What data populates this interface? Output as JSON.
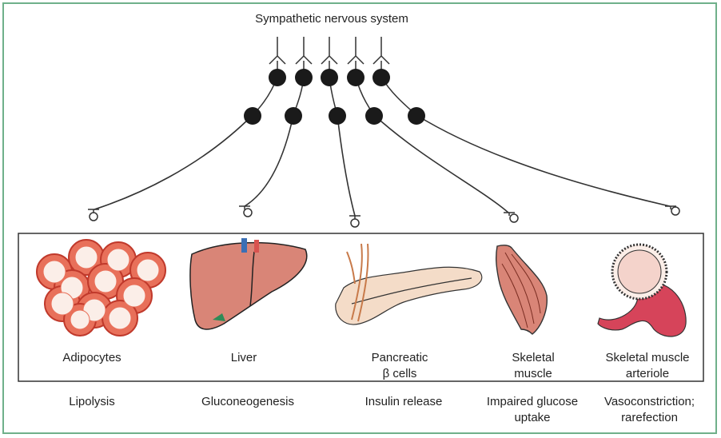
{
  "title": "Sympathetic nervous system",
  "targets": [
    {
      "organ": [
        "Adipocytes"
      ],
      "effect": [
        "Lipolysis"
      ],
      "icon": "adipocytes-icon"
    },
    {
      "organ": [
        "Liver"
      ],
      "effect": [
        "Gluconeogenesis"
      ],
      "icon": "liver-icon"
    },
    {
      "organ": [
        "Pancreatic",
        "β cells"
      ],
      "effect": [
        "Insulin release"
      ],
      "icon": "pancreas-icon"
    },
    {
      "organ": [
        "Skeletal",
        "muscle"
      ],
      "effect": [
        "Impaired glucose",
        "uptake"
      ],
      "icon": "skeletal-muscle-icon"
    },
    {
      "organ": [
        "Skeletal muscle",
        "arteriole"
      ],
      "effect": [
        "Vasoconstriction;",
        "rarefection"
      ],
      "icon": "arteriole-icon"
    }
  ],
  "colors": {
    "frame": "#6fb08a",
    "neuron": "#222222",
    "tissue": "#e8705a",
    "tissue_dark": "#c0392b"
  }
}
